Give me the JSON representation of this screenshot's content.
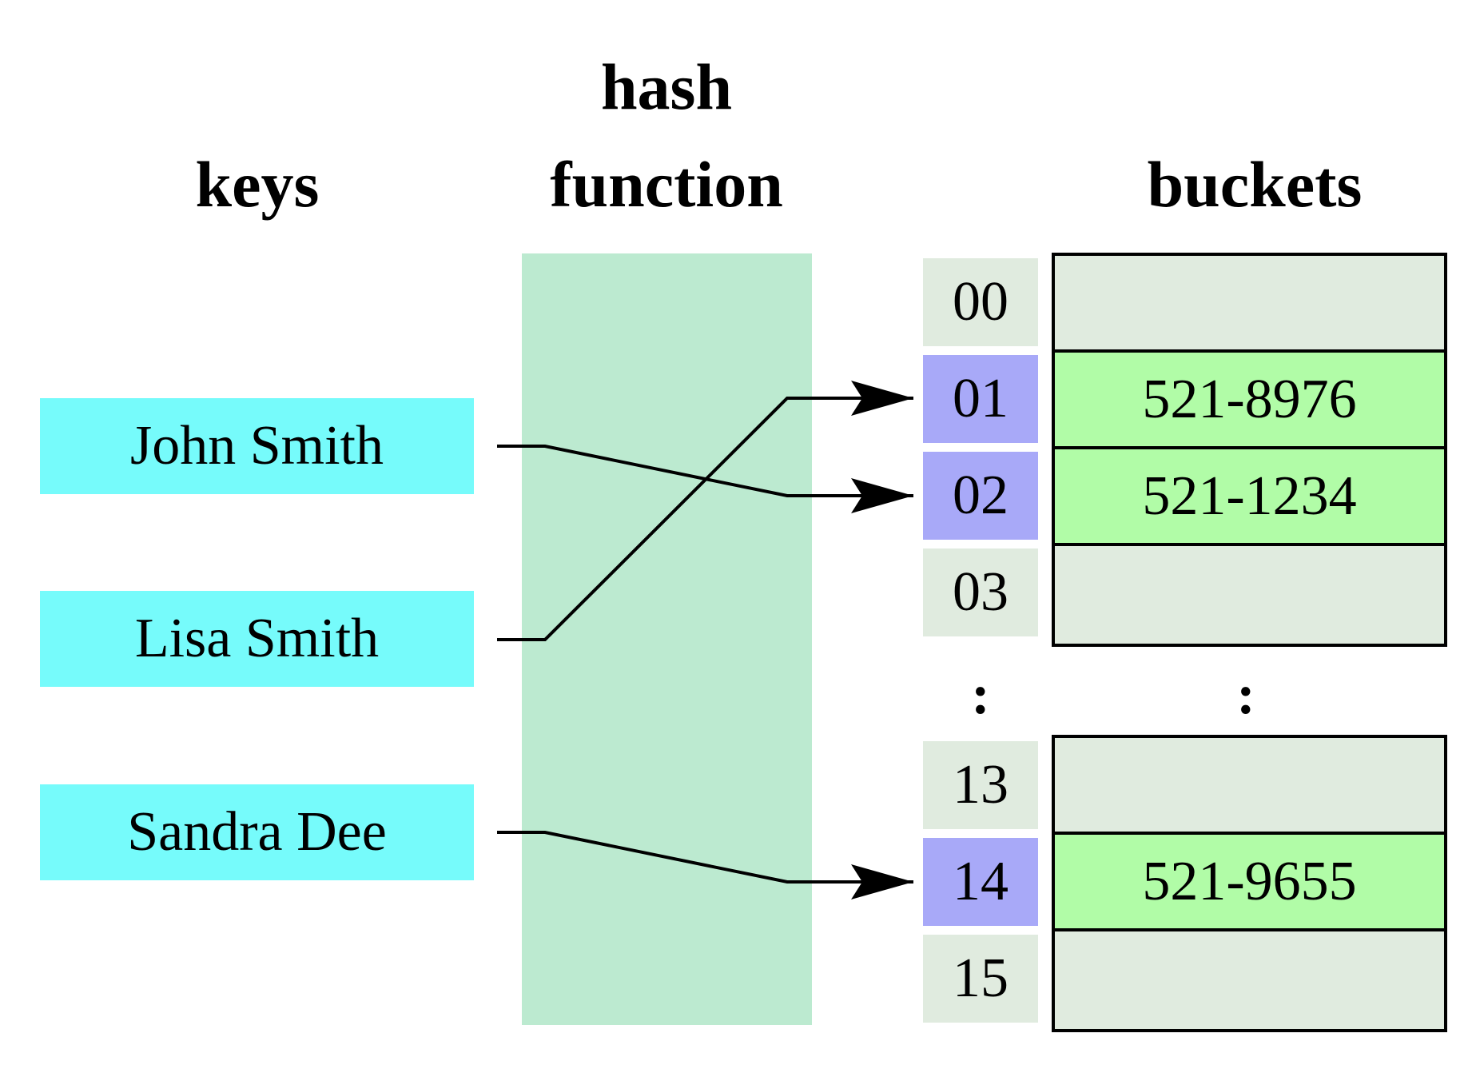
{
  "headers": {
    "keys": "keys",
    "hash_line1": "hash",
    "hash_line2": "function",
    "buckets": "buckets"
  },
  "keys": [
    "John Smith",
    "Lisa Smith",
    "Sandra Dee"
  ],
  "indices": [
    {
      "label": "00",
      "highlighted": false
    },
    {
      "label": "01",
      "highlighted": true
    },
    {
      "label": "02",
      "highlighted": true
    },
    {
      "label": "03",
      "highlighted": false
    },
    {
      "label": "13",
      "highlighted": false
    },
    {
      "label": "14",
      "highlighted": true
    },
    {
      "label": "15",
      "highlighted": false
    }
  ],
  "ellipsis": ":",
  "buckets": [
    "",
    "521-8976",
    "521-1234",
    "",
    "",
    "521-9655",
    ""
  ],
  "mappings": [
    {
      "key": "John Smith",
      "index": "02"
    },
    {
      "key": "Lisa Smith",
      "index": "01"
    },
    {
      "key": "Sandra Dee",
      "index": "14"
    }
  ],
  "colors": {
    "key_fill": "#76fbfb",
    "hash_band": "#bcead0",
    "index_plain": "#e0ebdf",
    "index_highlight": "#a8a9f8",
    "bucket_empty": "#e0ebdf",
    "bucket_filled": "#b1fca7"
  }
}
